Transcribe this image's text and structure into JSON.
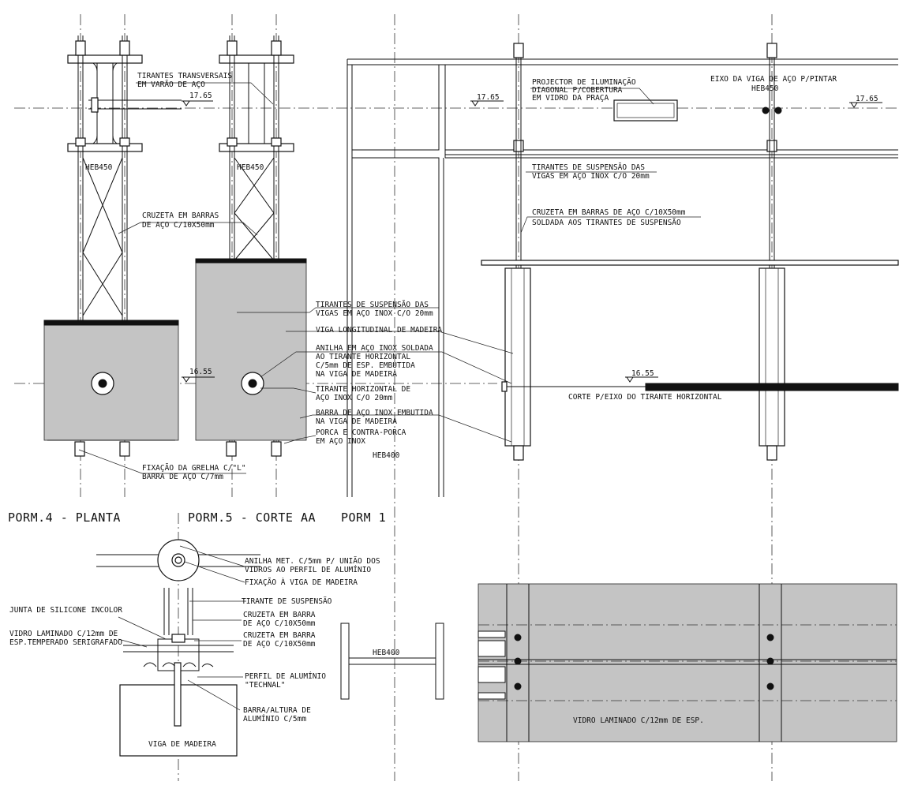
{
  "drawing": {
    "titles": {
      "porm4": "PORM.4 - PLANTA",
      "porm5": "PORM.5 - CORTE AA",
      "porm1": "PORM 1"
    },
    "levels": {
      "upper": "17.65",
      "lower": "16.55"
    },
    "profiles": {
      "heb450": "HEB450",
      "heb400": "HEB400"
    },
    "plan_labels": {
      "tirantes_transversais_1": "TIRANTES TRANSVERSAIS",
      "tirantes_transversais_2": "EM VARÃO DE AÇO",
      "cruzeta_1": "CRUZETA EM BARRAS",
      "cruzeta_2": "DE AÇO C/10X50mm",
      "fixacao_1": "FIXAÇÃO DA GRELHA C/\"L\"",
      "fixacao_2": "BARRA DE AÇO C/7mm"
    },
    "section_labels": {
      "susp_1": "TIRANTES DE SUSPENSÃO DAS",
      "susp_2": "VIGAS EM AÇO INOX C/O 20mm",
      "viga_long": "VIGA LONGITUDINAL DE MADEIRA",
      "anilha_1": "ANILHA EM AÇO INOX SOLDADA",
      "anilha_2": "AO TIRANTE HORIZONTAL",
      "anilha_3": "C/5mm DE ESP. EMBUTIDA",
      "anilha_4": "NA VIGA DE MADEIRA",
      "tir_hor_1": "TIRANTE HORIZONTAL DE",
      "tir_hor_2": "AÇO INOX C/O 20mm",
      "barra_1": "BARRA DE AÇO INOX EMBUTIDA",
      "barra_2": "NA VIGA DE MADEIRA",
      "porca_1": "PORCA E CONTRA-PORCA",
      "porca_2": "EM AÇO INOX"
    },
    "elevation_labels": {
      "projector_1": "PROJECTOR DE ILUMINAÇÃO",
      "projector_2": "DIAGONAL P/COBERTURA",
      "projector_3": "EM VIDRO DA PRAÇA",
      "eixo_1": "EIXO DA VIGA DE AÇO P/PINTAR",
      "eixo_2": "HEB450",
      "susp_1": "TIRANTES DE SUSPENSÃO DAS",
      "susp_2": "VIGAS EM AÇO INOX C/O 20mm",
      "cruz_1": "CRUZETA EM BARRAS DE AÇO C/10X50mm",
      "cruz_2": "SOLDADA AOS TIRANTES DE SUSPENSÃO",
      "corte": "CORTE P/EIXO DO TIRANTE HORIZONTAL"
    },
    "detail_labels": {
      "anilha_1": "ANILHA MET. C/5mm P/ UNIÃO DOS",
      "anilha_2": "VIDROS AO PERFIL DE ALUMÍNIO",
      "anilha_3": "FIXAÇÃO À VIGA DE MADEIRA",
      "tirante": "TIRANTE DE SUSPENSÃO",
      "cruz_a1": "CRUZETA EM BARRA",
      "cruz_a2": "DE AÇO C/10X50mm",
      "cruz_b1": "CRUZETA EM BARRA",
      "cruz_b2": "DE AÇO C/10X50mm",
      "perfil_1": "PERFIL DE ALUMÍNIO",
      "perfil_2": "\"TECHNAL\"",
      "barra_1": "BARRA/ALTURA DE",
      "barra_2": "ALUMÍNIO C/5mm",
      "junta": "JUNTA DE SILICONE INCOLOR",
      "vidro_1": "VIDRO LAMINADO C/12mm DE",
      "vidro_2": "ESP.TEMPERADO SERIGRAFADO",
      "viga_madeira": "VIGA DE MADEIRA"
    },
    "glass_plan_label": "VIDRO LAMINADO C/12mm DE ESP."
  }
}
